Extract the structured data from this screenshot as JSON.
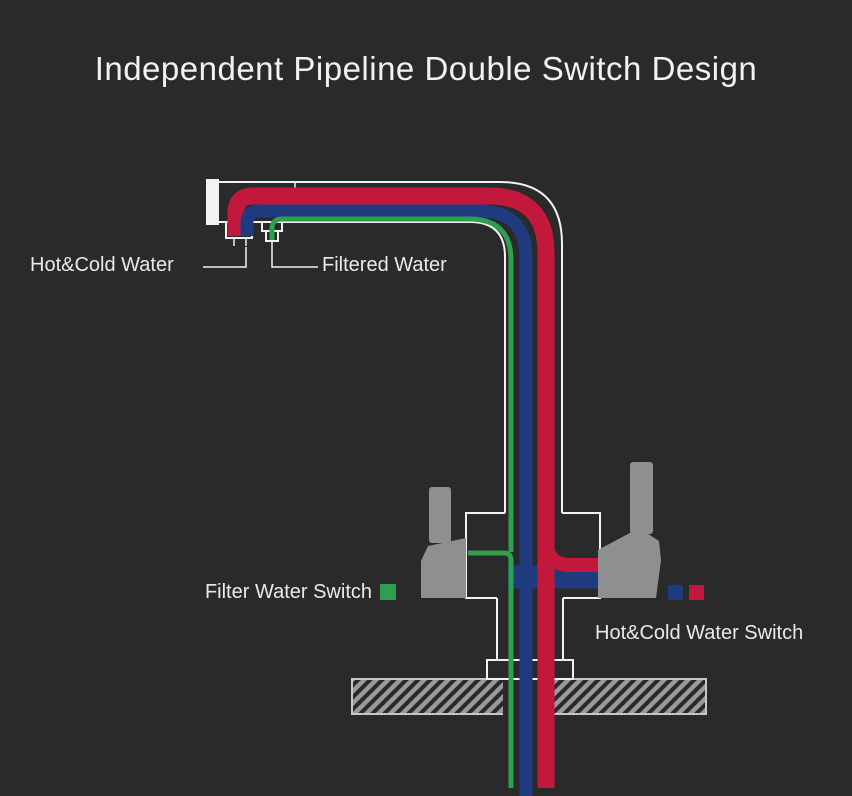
{
  "title": "Independent Pipeline Double Switch Design",
  "diagram": {
    "labels": {
      "hot_cold_water": "Hot&Cold Water",
      "filtered_water": "Filtered Water",
      "filter_water_switch": "Filter Water Switch",
      "hot_cold_water_switch": "Hot&Cold Water Switch"
    },
    "legend": [
      {
        "label": "Filter Water Switch",
        "swatch_colors": [
          "#2e9e4f"
        ]
      },
      {
        "label": "Hot&Cold Water Switch",
        "swatch_colors": [
          "#203a80",
          "#c2183c"
        ]
      }
    ]
  },
  "colors": {
    "background": "#2a2a2a",
    "hot_red": "#c2183c",
    "cold_blue": "#203a80",
    "filtered_green": "#2e9e4f",
    "metal_gray": "#8f8f8f",
    "counter_gray": "#9a9a9a",
    "counter_border": "#c6c6c6",
    "outline_white": "#f2f2f2"
  }
}
